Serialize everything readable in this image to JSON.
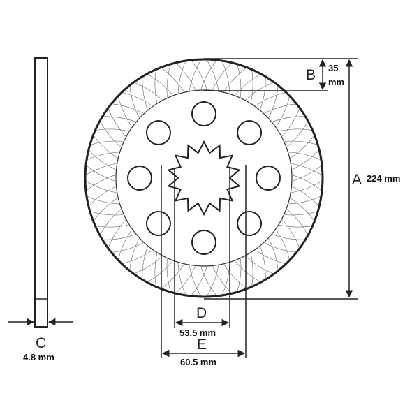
{
  "dimensions": {
    "A": {
      "letter": "A",
      "value": "224 mm"
    },
    "B": {
      "letter": "B",
      "value_line1": "35",
      "value_line2": "mm"
    },
    "C": {
      "letter": "C",
      "value": "4.8 mm"
    },
    "D": {
      "letter": "D",
      "value": "53.5 mm"
    },
    "E": {
      "letter": "E",
      "value": "60.5 mm"
    }
  },
  "features": {
    "bolt_hole_count": 8,
    "spline_tooth_count": 14,
    "friction_pattern": "crosshatch"
  },
  "colors": {
    "line": "#222222",
    "pattern": "#555555",
    "background": "#ffffff"
  }
}
